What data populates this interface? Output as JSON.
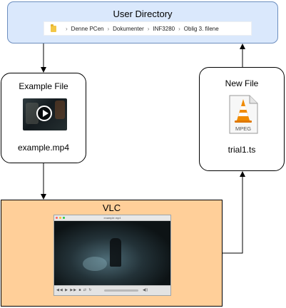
{
  "user_directory": {
    "title": "User Directory",
    "breadcrumb": [
      "Denne PCen",
      "Dokumenter",
      "INF3280",
      "Oblig 3. filene"
    ]
  },
  "example_file": {
    "title": "Example File",
    "filename": "example.mp4",
    "icon": "video-thumbnail-play-icon"
  },
  "new_file": {
    "title": "New File",
    "filename": "trial1.ts",
    "icon": "vlc-mpeg-document-icon",
    "icon_label": "MPEG"
  },
  "vlc": {
    "title": "VLC",
    "window_title": "example.mp4"
  },
  "colors": {
    "user_directory_fill": "#dae8fc",
    "user_directory_border": "#6c8ebf",
    "vlc_fill": "#ffcf99",
    "vlc_cone": "#f08a00"
  },
  "flow": [
    {
      "from": "User Directory",
      "to": "Example File"
    },
    {
      "from": "Example File",
      "to": "VLC"
    },
    {
      "from": "VLC",
      "to": "New File"
    },
    {
      "from": "New File",
      "to": "User Directory"
    }
  ]
}
